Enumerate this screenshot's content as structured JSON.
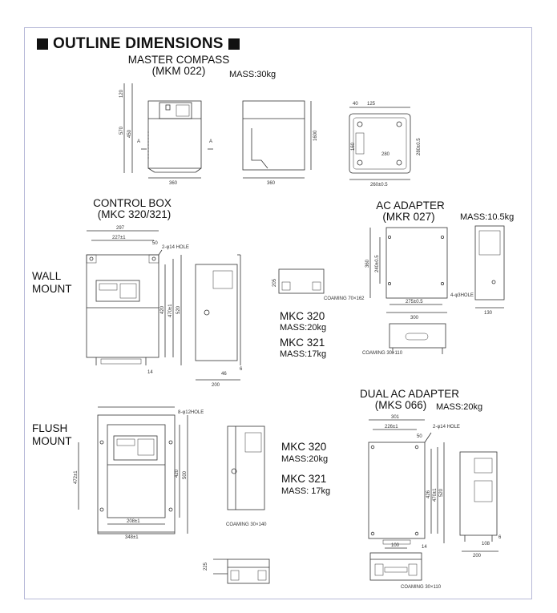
{
  "title": "OUTLINE DIMENSIONS",
  "master_compass": {
    "name": "MASTER COMPASS",
    "model": "(MKM 022)",
    "mass": "MASS:30kg",
    "dims": {
      "w1": "360",
      "w2": "360",
      "h_total": "570",
      "h_top": "120",
      "h_body": "450",
      "side_h": "1600",
      "top_a": "40",
      "top_b": "125",
      "top_c": "160",
      "top_d": "280",
      "top_e": "280±0.5",
      "top_f": "260±0.5"
    }
  },
  "control_box": {
    "name": "CONTROL BOX",
    "model": "(MKC 320/321)",
    "wall_label": "WALL\nMOUNT",
    "flush_label": "FLUSH\nMOUNT",
    "wall": {
      "mkc320": "MKC 320",
      "mkc320_mass": "MASS:20kg",
      "mkc321": "MKC 321",
      "mkc321_mass": "MASS:17kg",
      "dims": {
        "w_total": "297",
        "w_holes": "227±1",
        "hole_off": "50",
        "hole": "2-φ14 HOLE",
        "h1": "420",
        "h2": "470±1",
        "h3": "520",
        "bottom": "14",
        "side_w": "200",
        "side_a": "46",
        "side_b": "6",
        "top_h": "205",
        "coaming": "COAMING 70×162"
      }
    },
    "flush": {
      "mkc320": "MKC 320",
      "mkc320_mass": "MASS:20kg",
      "mkc321": "MKC 321",
      "mkc321_mass": "MASS: 17kg",
      "dims": {
        "hole": "8-φ12HOLE",
        "h_holes": "472±1",
        "h_front": "420",
        "h_total": "500",
        "w_holes": "208±1",
        "w_total": "348±1",
        "coaming": "COAMING 30×140",
        "top_h": "225"
      }
    }
  },
  "ac_adapter": {
    "name": "AC ADAPTER",
    "model": "(MKR 027)",
    "mass": "MASS:10.5kg",
    "dims": {
      "h1": "360",
      "h2": "240±0.5",
      "w_holes": "275±0.5",
      "w_total": "300",
      "hole": "4-φ3HOLE",
      "side_w": "130",
      "coaming": "COAMING 30×110"
    }
  },
  "dual_ac_adapter": {
    "name": "DUAL AC ADAPTER",
    "model": "(MKS 066)",
    "mass": "MASS:20kg",
    "dims": {
      "w_total": "301",
      "w_holes": "226±1",
      "hole_off": "50",
      "hole": "2-φ14 HOLE",
      "h1": "426",
      "h2": "470±1",
      "h3": "520",
      "bottom": "14",
      "side_w": "200",
      "side_a": "108",
      "side_b": "6",
      "bot_w": "100",
      "coaming": "COAMING 30×110"
    }
  }
}
